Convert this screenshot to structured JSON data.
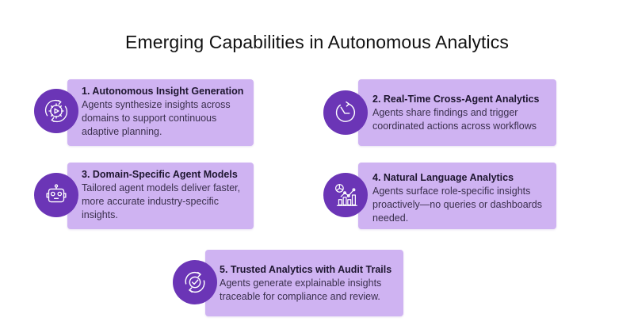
{
  "title": "Emerging Capabilities in Autonomous Analytics",
  "colors": {
    "card": "#cfb3f2",
    "icon_circle": "#6b35b6",
    "title_text": "#111111"
  },
  "cards": [
    {
      "title": "1. Autonomous Insight Generation",
      "lines": [
        "Agents synthesize insights across",
        "domains to support continuous",
        "adaptive planning."
      ],
      "icon": "gear-play-cycle-icon"
    },
    {
      "title": "2. Real-Time Cross-Agent Analytics",
      "lines": [
        "Agents share findings and trigger",
        "coordinated actions across workflows"
      ],
      "icon": "clock-refresh-icon"
    },
    {
      "title": "3. Domain-Specific Agent Models",
      "lines": [
        "Tailored agent models deliver faster,",
        "more accurate industry-specific",
        "insights."
      ],
      "icon": "robot-icon"
    },
    {
      "title": "4. Natural Language Analytics",
      "lines": [
        "Agents surface role-specific insights",
        "proactively—no queries or dashboards",
        "needed."
      ],
      "icon": "analytics-chart-icon"
    },
    {
      "title": "5. Trusted Analytics with Audit Trails",
      "lines": [
        "Agents generate explainable insights",
        "traceable for compliance and review."
      ],
      "icon": "verified-check-cycle-icon"
    }
  ]
}
